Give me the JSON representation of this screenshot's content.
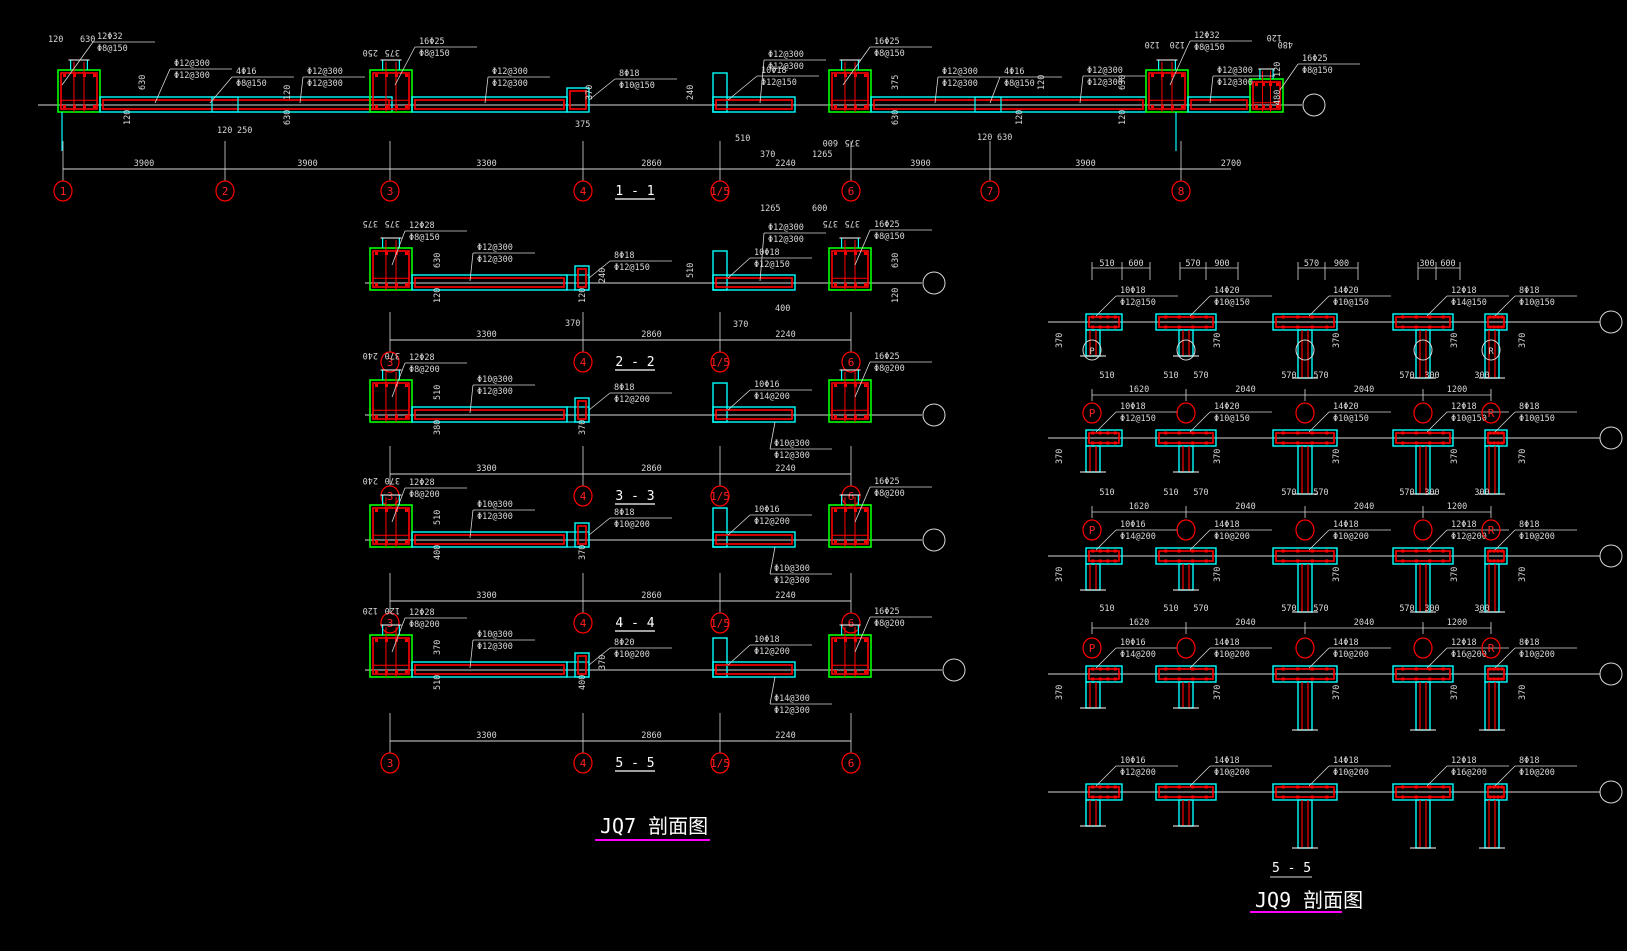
{
  "drawing": {
    "background": "#000000",
    "colors": {
      "concrete_outline": "#00ffff",
      "column_outline": "#00ff00",
      "rebar": "#ff0000",
      "dimension": "#d8d8d8",
      "axis_bubble": "#ff0000",
      "title_underline": "#ff00ff",
      "text": "#ffffff"
    }
  },
  "jq7": {
    "title": "JQ7 剖面图",
    "sections": [
      {
        "label": "1 - 1",
        "axes": [
          "1",
          "2",
          "3",
          "4",
          "1/5",
          "6",
          "7",
          "8"
        ],
        "spans": [
          "3900",
          "3900",
          "3300",
          "2860",
          "2240",
          "3900",
          "3900",
          "2700"
        ],
        "callouts": [
          {
            "main": "12Φ32",
            "stirrup": "Φ8@150"
          },
          {
            "main": "Φ12@300",
            "stirrup": "Φ12@300"
          },
          {
            "main": "4Φ16",
            "stirrup": "Φ8@150"
          },
          {
            "main": "Φ12@300",
            "stirrup": "Φ12@300"
          },
          {
            "main": "16Φ25",
            "stirrup": "Φ8@150"
          },
          {
            "main": "Φ12@300",
            "stirrup": "Φ12@300"
          },
          {
            "main": "8Φ18",
            "stirrup": "Φ10@150"
          },
          {
            "main": "10Φ18",
            "stirrup": "Φ12@150"
          },
          {
            "main": "Φ12@300",
            "stirrup": "Φ12@300"
          },
          {
            "main": "16Φ25",
            "stirrup": "Φ8@150"
          },
          {
            "main": "Φ12@300",
            "stirrup": "Φ12@300"
          },
          {
            "main": "4Φ16",
            "stirrup": "Φ8@150"
          },
          {
            "main": "Φ12@300",
            "stirrup": "Φ12@300"
          },
          {
            "main": "12Φ32",
            "stirrup": "Φ8@150"
          },
          {
            "main": "Φ12@300",
            "stirrup": "Φ12@300"
          },
          {
            "main": "16Φ25",
            "stirrup": "Φ8@150"
          }
        ],
        "dims": [
          "120",
          "630",
          "630",
          "120",
          "120",
          "630",
          "120",
          "250",
          "250",
          "375",
          "375",
          "370",
          "240",
          "510",
          "370",
          "1265",
          "600",
          "375",
          "375",
          "630",
          "120",
          "120",
          "630",
          "120",
          "120",
          "630",
          "120",
          "120",
          "480",
          "120",
          "480",
          "120"
        ]
      },
      {
        "label": "2 - 2",
        "axes": [
          "3",
          "4",
          "1/5",
          "6"
        ],
        "spans": [
          "3300",
          "2860",
          "2240"
        ],
        "callouts": [
          {
            "main": "12Φ28",
            "stirrup": "Φ8@150"
          },
          {
            "main": "Φ12@300",
            "stirrup": "Φ12@300"
          },
          {
            "main": "8Φ18",
            "stirrup": "Φ12@150"
          },
          {
            "main": "Φ12@300",
            "stirrup": "Φ12@300"
          },
          {
            "main": "10Φ18",
            "stirrup": "Φ12@150"
          },
          {
            "main": "16Φ25",
            "stirrup": "Φ8@150"
          }
        ],
        "dims": [
          "375",
          "375",
          "630",
          "120",
          "120",
          "240",
          "370",
          "510",
          "370",
          "400",
          "1265",
          "600",
          "375",
          "375",
          "630",
          "120"
        ]
      },
      {
        "label": "3 - 3",
        "axes": [
          "3",
          "4",
          "1/5",
          "6"
        ],
        "spans": [
          "3300",
          "2860",
          "2240"
        ],
        "callouts": [
          {
            "main": "12Φ28",
            "stirrup": "Φ8@200"
          },
          {
            "main": "Φ10@300",
            "stirrup": "Φ12@300"
          },
          {
            "main": "8Φ18",
            "stirrup": "Φ12@200"
          },
          {
            "main": "10Φ16",
            "stirrup": "Φ14@200"
          },
          {
            "main": "Φ10@300",
            "stirrup": "Φ12@300"
          },
          {
            "main": "16Φ25",
            "stirrup": "Φ8@200"
          }
        ],
        "dims": [
          "240",
          "370",
          "510",
          "380",
          "370"
        ]
      },
      {
        "label": "4 - 4",
        "axes": [
          "3",
          "4",
          "1/5",
          "6"
        ],
        "spans": [
          "3300",
          "2860",
          "2240"
        ],
        "callouts": [
          {
            "main": "12Φ28",
            "stirrup": "Φ8@200"
          },
          {
            "main": "Φ10@300",
            "stirrup": "Φ12@300"
          },
          {
            "main": "8Φ18",
            "stirrup": "Φ10@200"
          },
          {
            "main": "10Φ16",
            "stirrup": "Φ12@200"
          },
          {
            "main": "Φ10@300",
            "stirrup": "Φ12@300"
          },
          {
            "main": "16Φ25",
            "stirrup": "Φ8@200"
          }
        ],
        "dims": [
          "240",
          "370",
          "510",
          "400",
          "370"
        ]
      },
      {
        "label": "5 - 5",
        "axes": [
          "3",
          "4",
          "1/5",
          "6"
        ],
        "spans": [
          "3300",
          "2860",
          "2240"
        ],
        "callouts": [
          {
            "main": "12Φ28",
            "stirrup": "Φ8@200"
          },
          {
            "main": "Φ10@300",
            "stirrup": "Φ12@300"
          },
          {
            "main": "8Φ20",
            "stirrup": "Φ10@200"
          },
          {
            "main": "10Φ18",
            "stirrup": "Φ12@200"
          },
          {
            "main": "Φ14@300",
            "stirrup": "Φ12@300"
          },
          {
            "main": "16Φ25",
            "stirrup": "Φ8@200"
          }
        ],
        "dims": [
          "120",
          "120",
          "370",
          "510",
          "400",
          "370"
        ]
      }
    ]
  },
  "jq9": {
    "title": "JQ9 剖面图",
    "section_label": "5 - 5",
    "axes": [
      "P",
      "",
      "",
      "",
      "R"
    ],
    "spans": [
      "1620",
      "2040",
      "2040",
      "1200"
    ],
    "top_dims": [
      [
        "510",
        "600"
      ],
      [
        "570",
        "900"
      ],
      [
        "570",
        "900"
      ],
      [
        "300",
        "600"
      ]
    ],
    "wall_thickness": "370",
    "rows": [
      {
        "callouts": [
          {
            "main": "10Φ18",
            "stirrup": "Φ12@150"
          },
          {
            "main": "14Φ20",
            "stirrup": "Φ10@150"
          },
          {
            "main": "14Φ20",
            "stirrup": "Φ10@150"
          },
          {
            "main": "12Φ18",
            "stirrup": "Φ14@150"
          },
          {
            "main": "8Φ18",
            "stirrup": "Φ10@150"
          }
        ]
      },
      {
        "callouts": [
          {
            "main": "10Φ18",
            "stirrup": "Φ12@150"
          },
          {
            "main": "14Φ20",
            "stirrup": "Φ10@150"
          },
          {
            "main": "14Φ20",
            "stirrup": "Φ10@150"
          },
          {
            "main": "12Φ18",
            "stirrup": "Φ10@150"
          },
          {
            "main": "8Φ18",
            "stirrup": "Φ10@150"
          }
        ]
      },
      {
        "callouts": [
          {
            "main": "10Φ16",
            "stirrup": "Φ14@200"
          },
          {
            "main": "14Φ18",
            "stirrup": "Φ10@200"
          },
          {
            "main": "14Φ18",
            "stirrup": "Φ10@200"
          },
          {
            "main": "12Φ18",
            "stirrup": "Φ12@200"
          },
          {
            "main": "8Φ18",
            "stirrup": "Φ10@200"
          }
        ]
      },
      {
        "callouts": [
          {
            "main": "10Φ16",
            "stirrup": "Φ14@200"
          },
          {
            "main": "14Φ18",
            "stirrup": "Φ10@200"
          },
          {
            "main": "14Φ18",
            "stirrup": "Φ10@200"
          },
          {
            "main": "12Φ18",
            "stirrup": "Φ16@200"
          },
          {
            "main": "8Φ18",
            "stirrup": "Φ10@200"
          }
        ]
      },
      {
        "callouts": [
          {
            "main": "10Φ16",
            "stirrup": "Φ12@200"
          },
          {
            "main": "14Φ18",
            "stirrup": "Φ10@200"
          },
          {
            "main": "14Φ18",
            "stirrup": "Φ10@200"
          },
          {
            "main": "12Φ18",
            "stirrup": "Φ16@200"
          },
          {
            "main": "8Φ18",
            "stirrup": "Φ10@200"
          }
        ]
      }
    ],
    "row_dims": [
      {
        "a": [
          "510"
        ],
        "b": [
          "510",
          "570"
        ],
        "c": [
          "570",
          "570"
        ],
        "d": [
          "570",
          "300"
        ],
        "e": [
          "300"
        ]
      },
      {
        "a": [
          "510"
        ],
        "b": [
          "510",
          "570"
        ],
        "c": [
          "570",
          "570"
        ],
        "d": [
          "570",
          "300"
        ],
        "e": [
          "300"
        ]
      },
      {
        "a": [
          "510"
        ],
        "b": [
          "510",
          "570"
        ],
        "c": [
          "570",
          "570"
        ],
        "d": [
          "570",
          "300"
        ],
        "e": [
          "300"
        ]
      }
    ]
  }
}
